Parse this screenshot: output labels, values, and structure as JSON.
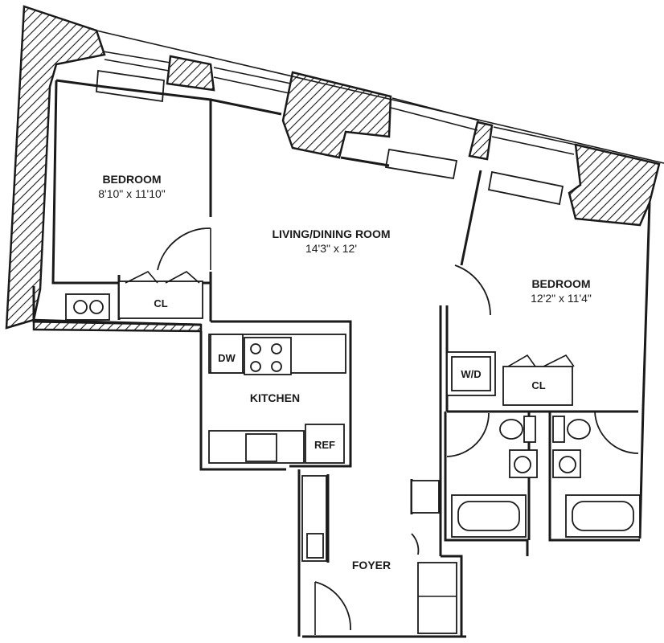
{
  "rooms": {
    "bedroom_left": {
      "name": "BEDROOM",
      "dims": "8'10\" x 11'10\""
    },
    "living_dining": {
      "name": "LIVING/DINING ROOM",
      "dims": "14'3\" x 12'"
    },
    "bedroom_right": {
      "name": "BEDROOM",
      "dims": "12'2\" x 11'4\""
    },
    "kitchen": {
      "name": "KITCHEN"
    },
    "foyer": {
      "name": "FOYER"
    }
  },
  "fixtures": {
    "closet_left": "CL",
    "closet_right": "CL",
    "dishwasher": "DW",
    "refrigerator": "REF",
    "washer_dryer": "W/D"
  }
}
